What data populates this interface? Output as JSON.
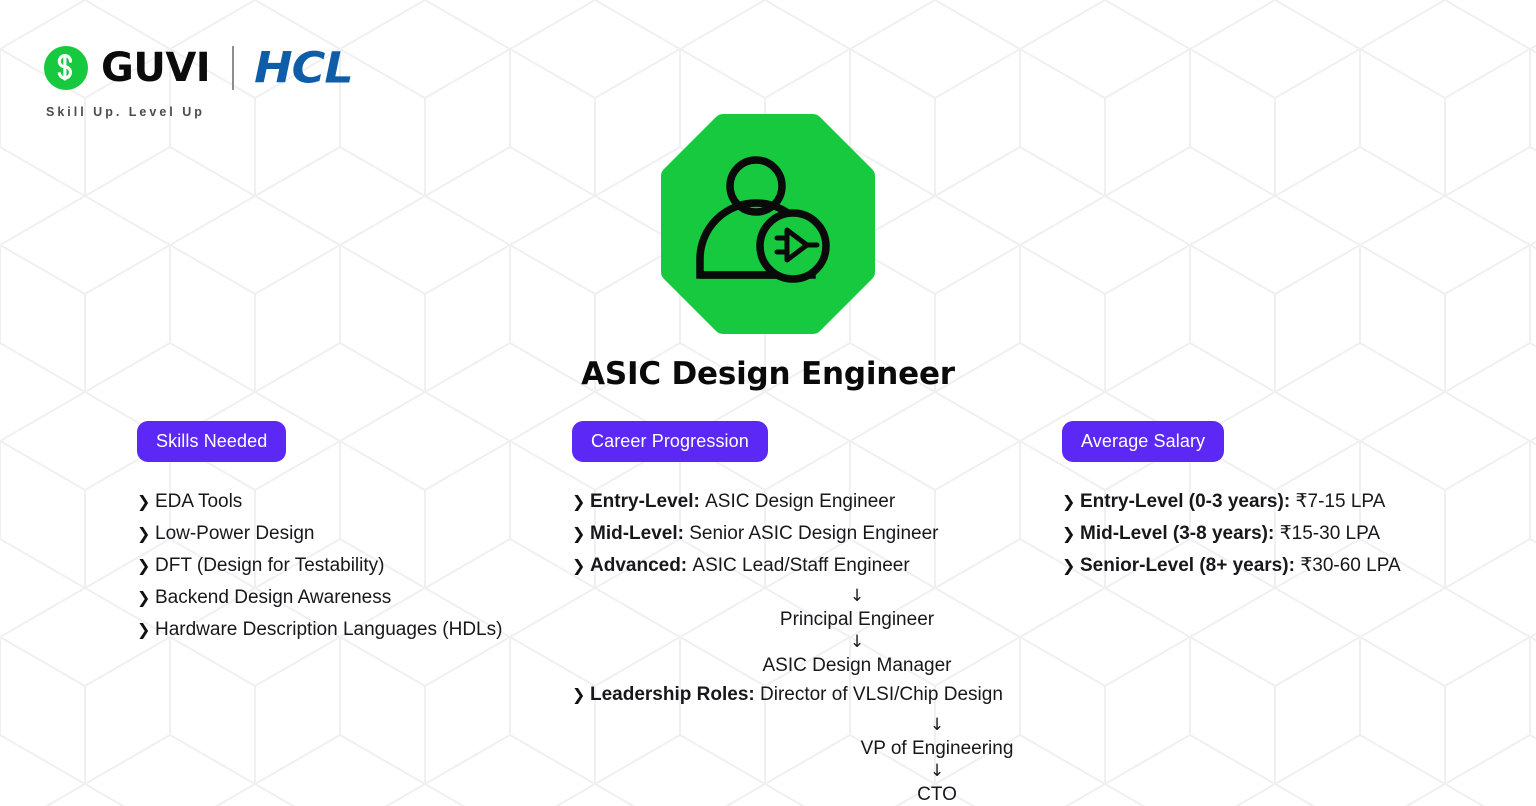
{
  "brand": {
    "logo_mark": "guvi-g-icon",
    "wordmark": "GUVI",
    "partner_wordmark": "HCL",
    "tagline": "Skill Up. Level Up"
  },
  "hero": {
    "icon": "asic-engineer-icon",
    "title": "ASIC Design Engineer",
    "badge_color": "#17C93F"
  },
  "colors": {
    "accent_green": "#17C93F",
    "badge_purple": "#5B28F5",
    "hcl_blue": "#0F5CA8",
    "text_dark": "#18181b",
    "background": "#ffffff",
    "pattern_line": "#f1f1f3"
  },
  "columns": {
    "skills": {
      "badge": "Skills Needed",
      "items": [
        {
          "label": "",
          "value": "EDA Tools"
        },
        {
          "label": "",
          "value": "Low-Power Design"
        },
        {
          "label": "",
          "value": "DFT (Design for Testability)"
        },
        {
          "label": "",
          "value": "Backend Design Awareness"
        },
        {
          "label": "",
          "value": "Hardware Description Languages (HDLs)"
        }
      ]
    },
    "career": {
      "badge": "Career Progression",
      "items": [
        {
          "label": "Entry-Level:",
          "value": "ASIC Design Engineer",
          "flow": []
        },
        {
          "label": "Mid-Level:",
          "value": "Senior ASIC Design Engineer",
          "flow": []
        },
        {
          "label": "Advanced:",
          "value": "ASIC Lead/Staff Engineer",
          "flow": [
            "Principal Engineer",
            "ASIC Design Manager"
          ]
        },
        {
          "label": "Leadership Roles:",
          "value": "Director of VLSI/Chip Design",
          "flow": [
            "VP of Engineering",
            "CTO"
          ]
        }
      ],
      "arrow_glyph": "↓"
    },
    "salary": {
      "badge": "Average Salary",
      "items": [
        {
          "label": "Entry-Level (0-3 years):",
          "value": "₹7-15 LPA"
        },
        {
          "label": "Mid-Level (3-8 years):",
          "value": "₹15-30 LPA"
        },
        {
          "label": "Senior-Level (8+ years):",
          "value": "₹30-60 LPA"
        }
      ]
    }
  },
  "bullet_glyph": "❯"
}
